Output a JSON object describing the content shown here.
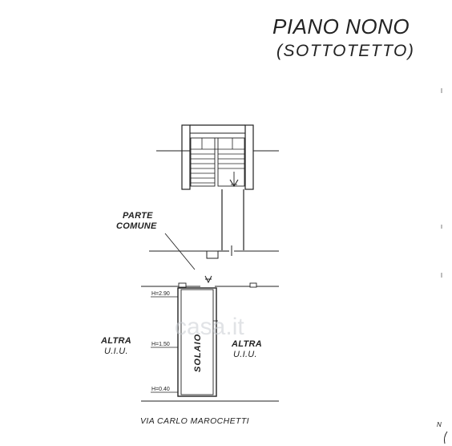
{
  "title": {
    "line1": "PIANO NONO",
    "line2": "(SOTTOTETTO)"
  },
  "labels": {
    "parte": "PARTE",
    "comune": "COMUNE",
    "altra_left": "ALTRA",
    "uiu_left": "U.I.U.",
    "altra_right": "ALTRA",
    "uiu_right": "U.I.U.",
    "solaio": "SOLAIO",
    "street": "VIA CARLO MAROCHETTI",
    "north": "N"
  },
  "heights": {
    "top": "H=2.90",
    "mid": "H=1.50",
    "bottom": "H=0.40"
  },
  "watermark": "casa.it",
  "colors": {
    "ink": "#222222",
    "watermark": "#c9cdd3"
  }
}
